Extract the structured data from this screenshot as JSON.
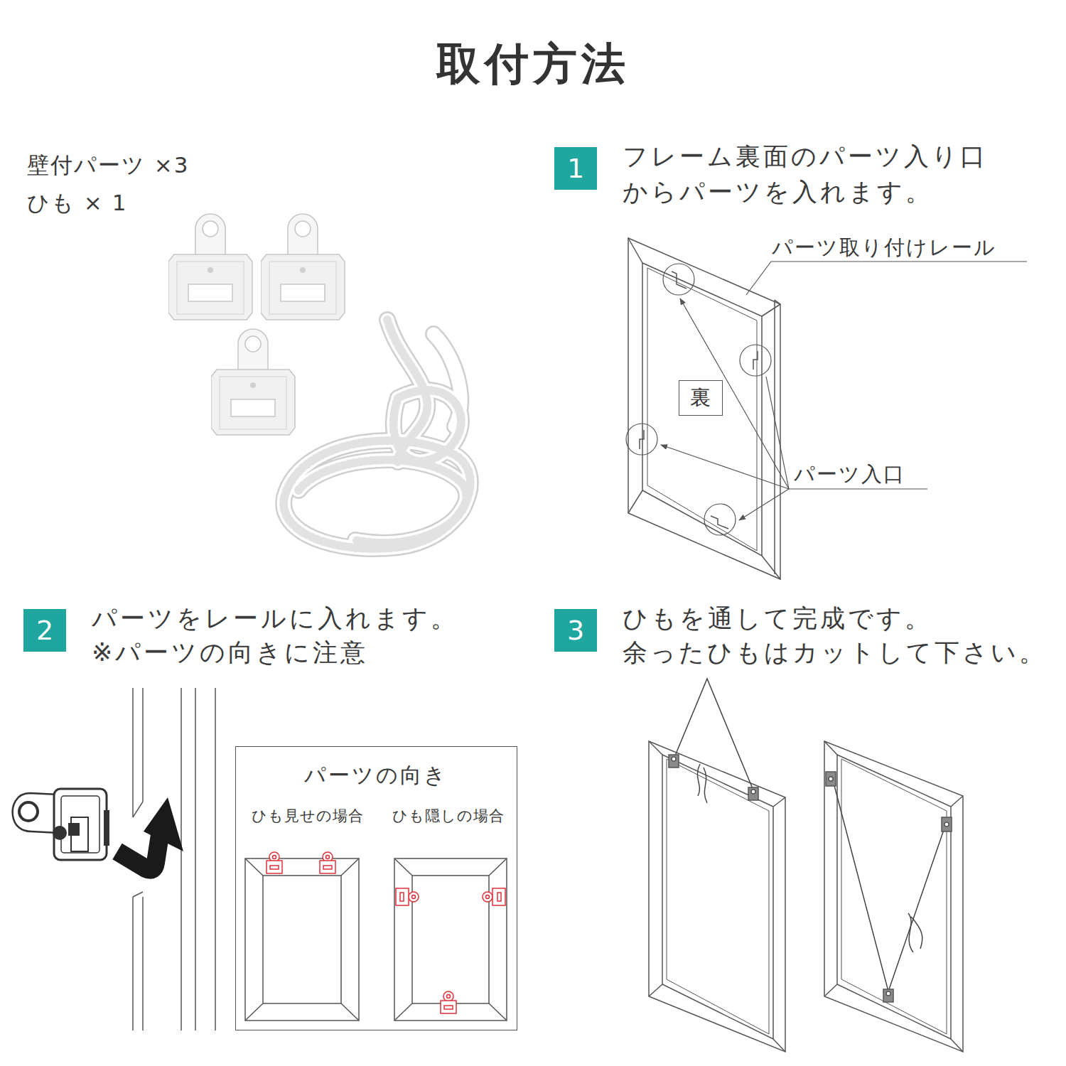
{
  "diagram": {
    "title": "取付方法",
    "nodes": [
      {
        "text": [
          "1",
          "フレーム裏面のパーツ入り口 からパーツを入れます。"
        ]
      },
      {
        "text": [
          "裏"
        ]
      },
      {
        "text": [
          "2",
          "パーツをレールに入れます。",
          "※パーツの向きに注意"
        ]
      },
      {
        "text": [
          "パーツの向き",
          "ひも見せの場合",
          "ひも隠しの場合"
        ]
      },
      {
        "text": [
          "3",
          "ひもを通して完成です。",
          "余ったひもはカットして下さい。"
        ]
      }
    ],
    "labels": [
      "壁付パーツ ×3",
      "ひも × 1",
      "パーツ取り付けレール",
      "パーツ入口"
    ]
  }
}
